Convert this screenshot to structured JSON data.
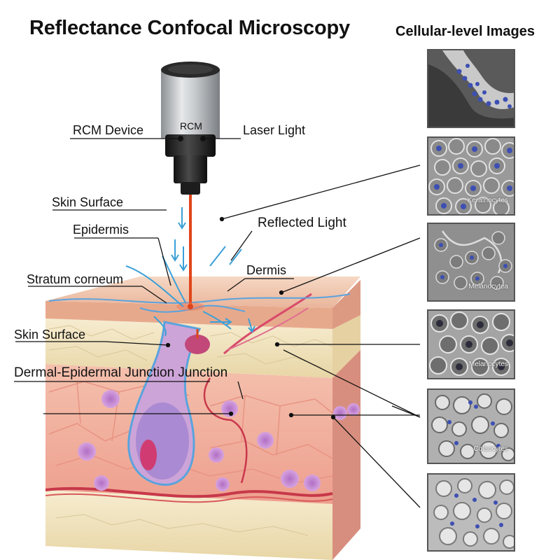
{
  "title": "Reflectance Confocal Microscopy",
  "panel_title": "Cellular-level Images",
  "device": {
    "label": "RCM"
  },
  "labels": {
    "rcm_device": "RCM Device",
    "laser_light": "Laser Light",
    "skin_surface_top": "Skin Surface",
    "epidermis": "Epidermis",
    "reflected_light": "Reflected Light",
    "dermis": "Dermis",
    "stratum_corneum": "Stratum corneum",
    "skin_surface_mid": "Skin Surface",
    "dej": "Dermal-Epidermal Junction Junction"
  },
  "images": [
    {
      "caption": ""
    },
    {
      "caption": "Keratnocytes"
    },
    {
      "caption": "Melanocytea"
    },
    {
      "caption": "Melanocytes"
    },
    {
      "caption": "Colaocytes"
    },
    {
      "caption": ""
    }
  ],
  "colors": {
    "laser": "#e0451b",
    "reflected": "#3aa0d8",
    "epidermis": "#eec3a8",
    "dermis": "#f2b8a7",
    "fat": "#f3e6c2",
    "nucleus": "#3a4fb8"
  }
}
